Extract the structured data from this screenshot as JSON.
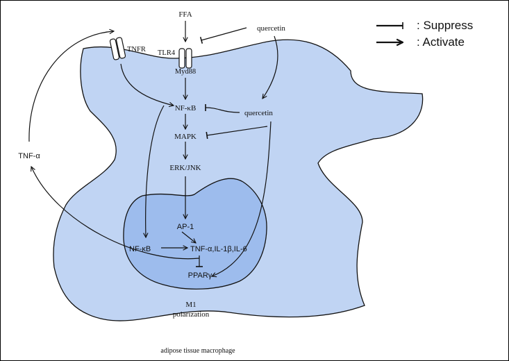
{
  "labels": {
    "ffa": "FFA",
    "quercetin_top": "quercetin",
    "tnfr": "TNFR",
    "tlr4": "TLR4",
    "myd88": "Myd88",
    "nfkb": "NF-κB",
    "quercetin_mid": "quercetin",
    "mapk": "MAPK",
    "erk_jnk": "ERK/JNK",
    "tnf_alpha": "TNF-α",
    "ap1": "AP-1",
    "nfkb_nucleus": "NF-κB",
    "cytokines": "TNF-α,IL-1β,IL-6",
    "ppar": "PPARγ",
    "m1": "M1",
    "polarization": "polarization",
    "macrophage": "adipose tissue macrophage"
  },
  "legend": {
    "suppress": ":  Suppress",
    "activate": ":  Activate"
  },
  "colors": {
    "cell_fill": "#c0d4f3",
    "nucleus_fill": "#9dbced",
    "outline": "#111111"
  }
}
